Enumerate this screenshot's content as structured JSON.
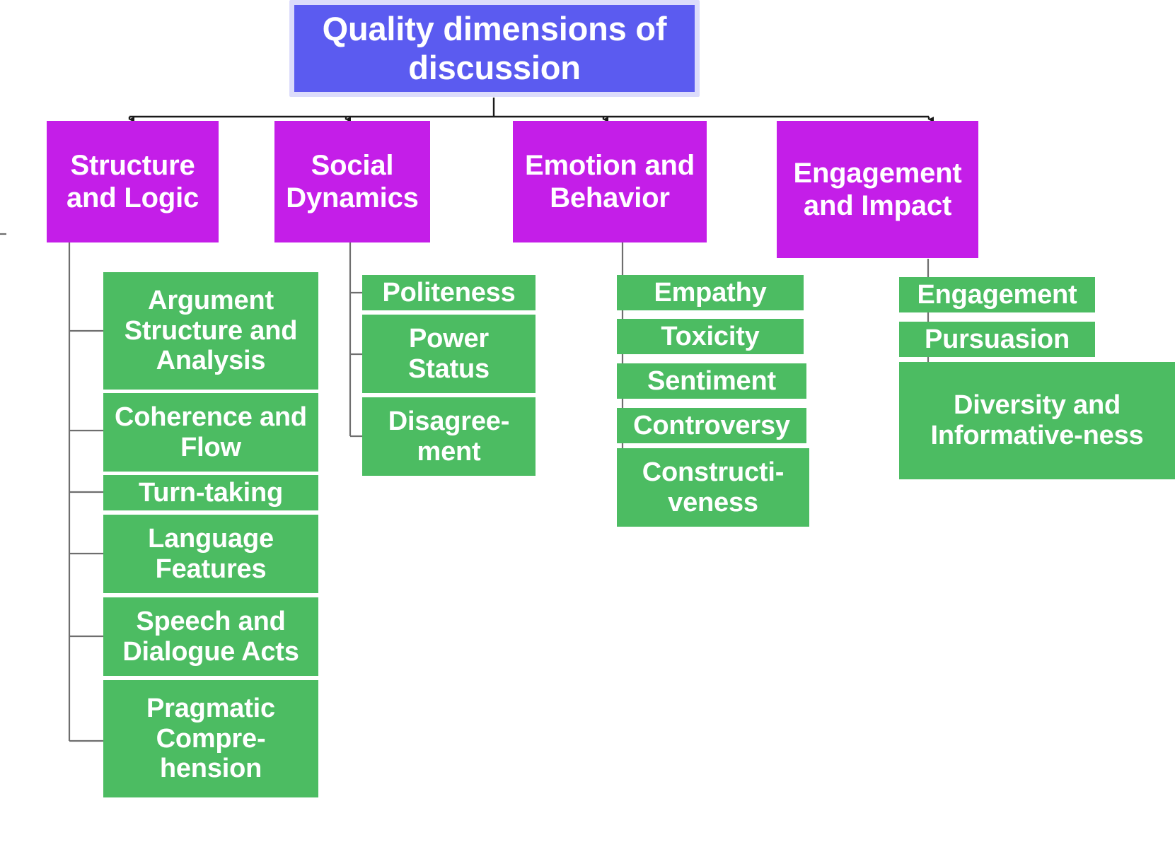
{
  "diagram": {
    "title": "Quality dimensions of discussion",
    "type": "hierarchy-tree",
    "colors": {
      "root_fill": "#5b5bf0",
      "root_border": "#dcdcfb",
      "category_fill": "#c41ee8",
      "leaf_fill": "#4cbc62",
      "text": "#ffffff",
      "connector": "#444444",
      "background": "#ffffff"
    }
  },
  "root": {
    "label": "Quality dimensions of discussion"
  },
  "categories": [
    {
      "id": "structure-and-logic",
      "label": "Structure and Logic",
      "leaves": [
        {
          "id": "argument-structure-and-analysis",
          "label": "Argument Structure and Analysis"
        },
        {
          "id": "coherence-and-flow",
          "label": "Coherence and Flow"
        },
        {
          "id": "turn-taking",
          "label": "Turn-taking"
        },
        {
          "id": "language-features",
          "label": "Language Features"
        },
        {
          "id": "speech-and-dialogue-acts",
          "label": "Speech and Dialogue Acts"
        },
        {
          "id": "pragmatic-comprehension",
          "label": "Pragmatic Compre-hension"
        }
      ]
    },
    {
      "id": "social-dynamics",
      "label": "Social Dynamics",
      "leaves": [
        {
          "id": "politeness",
          "label": "Politeness"
        },
        {
          "id": "power-status",
          "label": "Power Status"
        },
        {
          "id": "disagreement",
          "label": "Disagree-ment"
        }
      ]
    },
    {
      "id": "emotion-and-behavior",
      "label": "Emotion and Behavior",
      "leaves": [
        {
          "id": "empathy",
          "label": "Empathy"
        },
        {
          "id": "toxicity",
          "label": "Toxicity"
        },
        {
          "id": "sentiment",
          "label": "Sentiment"
        },
        {
          "id": "controversy",
          "label": "Controversy"
        },
        {
          "id": "constructiveness",
          "label": "Constructi-veness"
        }
      ]
    },
    {
      "id": "engagement-and-impact",
      "label": "Engagement and Impact",
      "leaves": [
        {
          "id": "engagement",
          "label": "Engagement"
        },
        {
          "id": "pursuasion",
          "label": "Pursuasion"
        },
        {
          "id": "diversity-and-informativeness",
          "label": "Diversity and Informative-ness"
        }
      ]
    }
  ]
}
